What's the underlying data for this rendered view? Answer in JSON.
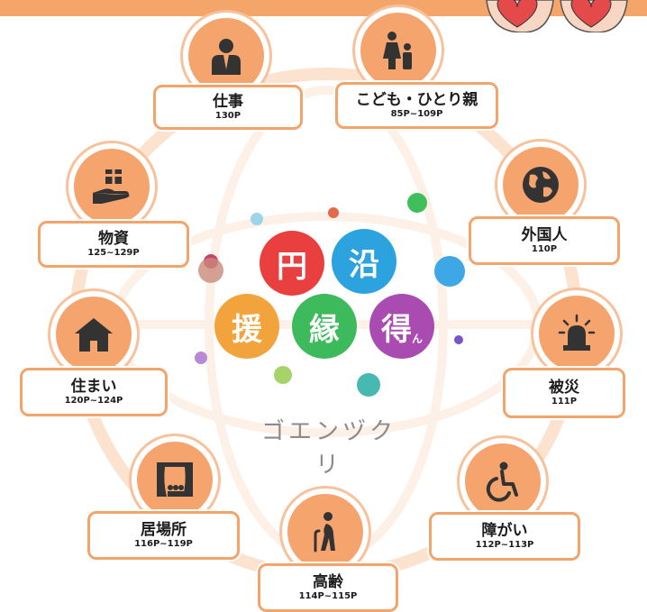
{
  "brand": {
    "text": "ゴエンヅクリ"
  },
  "blobs": [
    {
      "char": "円",
      "color": "#ea3f3f"
    },
    {
      "char": "沿",
      "color": "#2ca3df"
    },
    {
      "char": "援",
      "color": "#f3a33c"
    },
    {
      "char": "縁",
      "color": "#3dbb5c"
    },
    {
      "char": "得",
      "color": "#a94bb0"
    }
  ],
  "small_suffix": "ん",
  "nodes": [
    {
      "title": "仕事",
      "pages": "130P",
      "icon": "businessman-icon"
    },
    {
      "title": "こども・ひとり親",
      "pages": "85P~109P",
      "icon": "parent-child-icon"
    },
    {
      "title": "外国人",
      "pages": "110P",
      "icon": "globe-icon"
    },
    {
      "title": "被災",
      "pages": "111P",
      "icon": "alarm-light-icon"
    },
    {
      "title": "障がい",
      "pages": "112P~113P",
      "icon": "wheelchair-icon"
    },
    {
      "title": "高齢",
      "pages": "114P~115P",
      "icon": "elderly-cane-icon"
    },
    {
      "title": "居場所",
      "pages": "116P~119P",
      "icon": "stage-curtain-icon"
    },
    {
      "title": "住まい",
      "pages": "120P~124P",
      "icon": "house-icon"
    },
    {
      "title": "物資",
      "pages": "125~129P",
      "icon": "gift-hand-icon"
    }
  ],
  "colors": {
    "accent": "#f5a46e",
    "border": "#f2a46b",
    "ring": "#fbe3d0"
  }
}
